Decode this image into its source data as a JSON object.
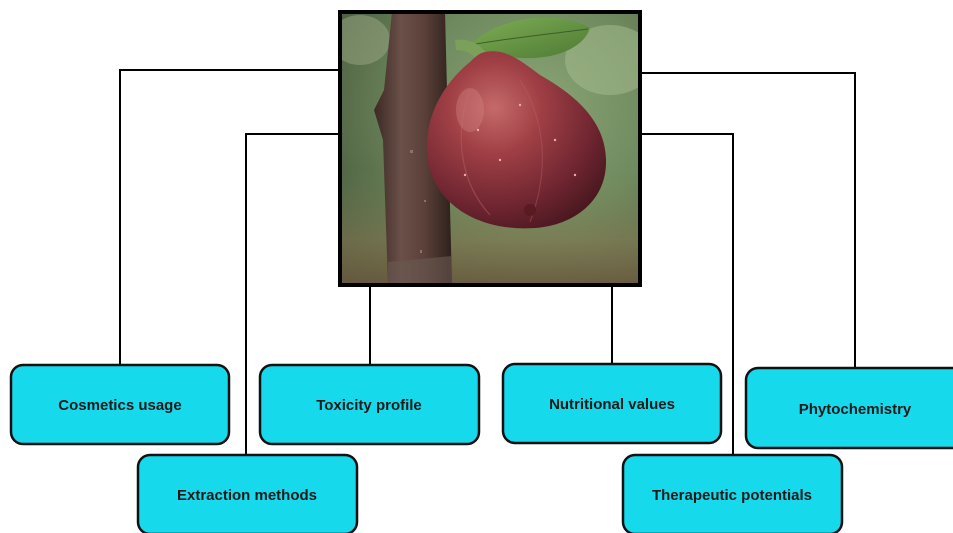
{
  "colors": {
    "node_fill": "#17d9ec",
    "node_stroke": "#111111",
    "connector": "#000000",
    "photo_frame": "#000000"
  },
  "photo": {
    "subject": "ripe fig fruit hanging on a branch"
  },
  "nodes": {
    "cosmetics": "Cosmetics usage",
    "extraction": "Extraction methods",
    "toxicity": "Toxicity profile",
    "nutritional": "Nutritional values",
    "therapeutic": "Therapeutic potentials",
    "phytochemistry": "Phytochemistry"
  }
}
